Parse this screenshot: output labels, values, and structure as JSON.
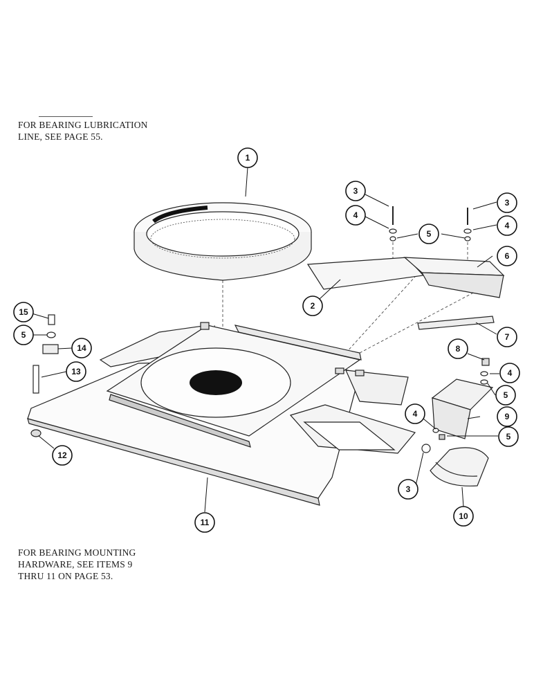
{
  "notes": {
    "lubrication": "FOR BEARING LUBRICATION\nLINE, SEE PAGE 55.",
    "mounting": "FOR BEARING MOUNTING\nHARDWARE, SEE ITEMS 9\nTHRU 11 ON PAGE 53."
  },
  "callouts": [
    {
      "id": "c1",
      "label": "1"
    },
    {
      "id": "c2",
      "label": "2"
    },
    {
      "id": "c3a",
      "label": "3"
    },
    {
      "id": "c3b",
      "label": "3"
    },
    {
      "id": "c3c",
      "label": "3"
    },
    {
      "id": "c4a",
      "label": "4"
    },
    {
      "id": "c4b",
      "label": "4"
    },
    {
      "id": "c4c",
      "label": "4"
    },
    {
      "id": "c4d",
      "label": "4"
    },
    {
      "id": "c5a",
      "label": "5"
    },
    {
      "id": "c5b",
      "label": "5"
    },
    {
      "id": "c5c",
      "label": "5"
    },
    {
      "id": "c5d",
      "label": "5"
    },
    {
      "id": "c6",
      "label": "6"
    },
    {
      "id": "c7",
      "label": "7"
    },
    {
      "id": "c8",
      "label": "8"
    },
    {
      "id": "c9",
      "label": "9"
    },
    {
      "id": "c10",
      "label": "10"
    },
    {
      "id": "c11",
      "label": "11"
    },
    {
      "id": "c12",
      "label": "12"
    },
    {
      "id": "c13",
      "label": "13"
    },
    {
      "id": "c14",
      "label": "14"
    },
    {
      "id": "c15",
      "label": "15"
    }
  ]
}
